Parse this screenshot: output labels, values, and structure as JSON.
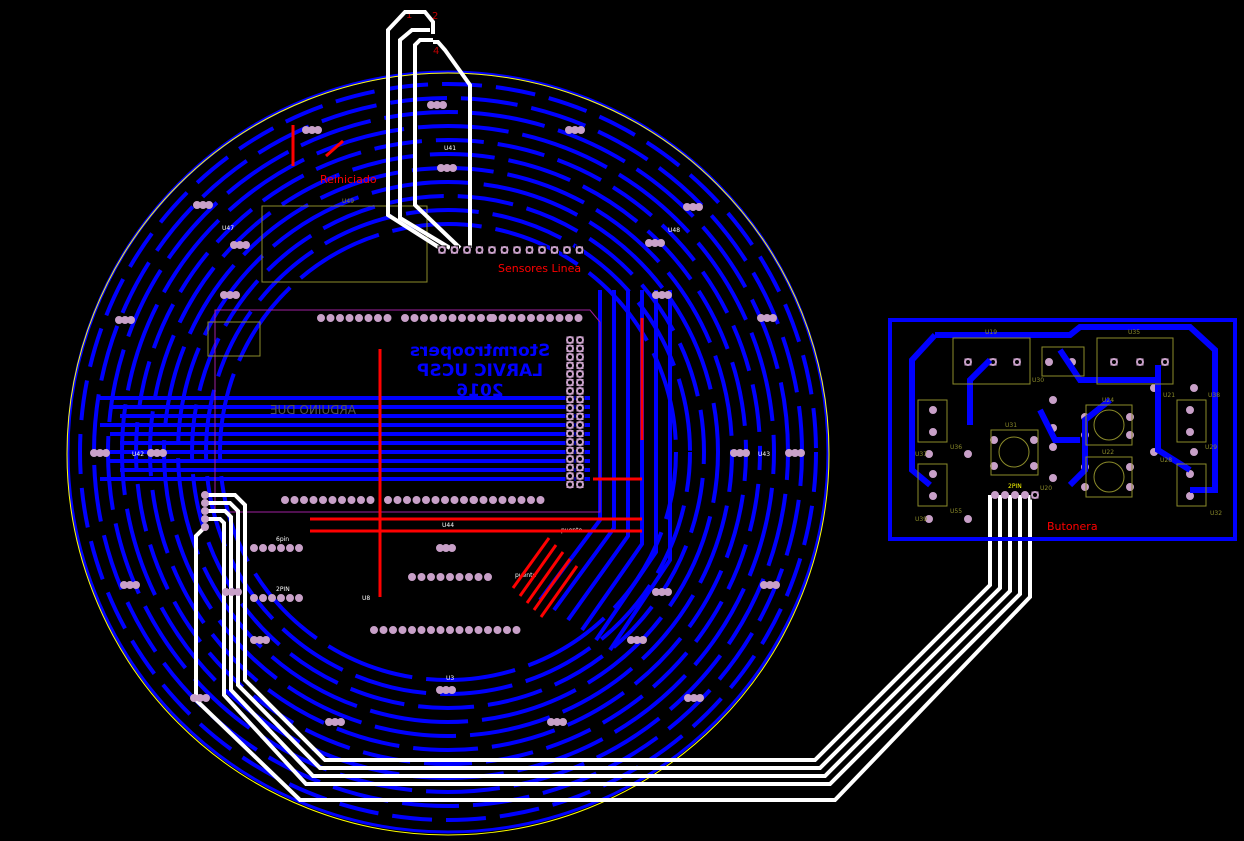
{
  "colors": {
    "background": "#000000",
    "bottom_copper": "#0000ff",
    "top_copper": "#ff0000",
    "jumper_wires": "#ffffff",
    "silkscreen": "#8b8b2a",
    "board_outline": "#ffff00",
    "pad": "#c8a0c8",
    "label_red": "#ff0000"
  },
  "main_board": {
    "logo_lines": [
      "Stormtroopers",
      "LARVIC UCSP",
      "2016"
    ],
    "arduino_label": "ARDUINO DUE",
    "labels": {
      "reset": "Reiniciado",
      "line_sensors": "Sensores Linea",
      "bridge_1": "puente",
      "bridge_2": "puente",
      "header_6pin": "6pin",
      "header_2pin": "2PIN",
      "u44": "U44",
      "u41": "U41",
      "u49": "U49",
      "u8": "U8",
      "u42": "U42",
      "u43": "U43",
      "u47": "U47",
      "u48": "U48",
      "u3": "U3",
      "pin1": "1",
      "pin2": "2",
      "pin4": "4"
    }
  },
  "button_board": {
    "title": "Butonera",
    "header": "2PIN",
    "parts": [
      "U19",
      "U35",
      "U30",
      "U31",
      "U24",
      "U22",
      "U21",
      "U20",
      "U36",
      "U37",
      "U28",
      "U29",
      "U39",
      "U32",
      "U38",
      "U55"
    ]
  }
}
